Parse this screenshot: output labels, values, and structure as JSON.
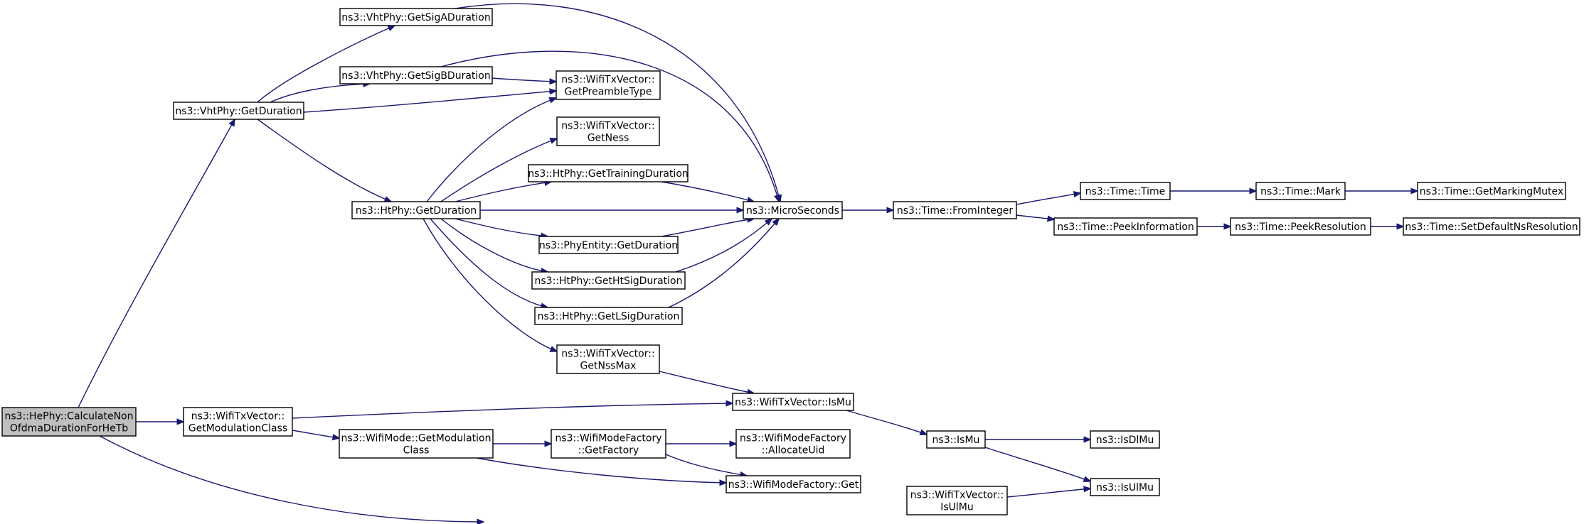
{
  "graph": {
    "title": "",
    "colors": {
      "edge": "#191970",
      "node_border": "#000000",
      "root_fill": "#bfbfbf",
      "node_fill": "#ffffff"
    },
    "nodes": [
      {
        "id": "root",
        "lines": [
          "ns3::HePhy::CalculateNon",
          "OfdmaDurationForHeTb"
        ],
        "root": true
      },
      {
        "id": "vht_getdur",
        "lines": [
          "ns3::VhtPhy::GetDuration"
        ]
      },
      {
        "id": "txv_getmodclass",
        "lines": [
          "ns3::WifiTxVector::",
          "GetModulationClass"
        ]
      },
      {
        "id": "vht_sigA",
        "lines": [
          "ns3::VhtPhy::GetSigADuration"
        ]
      },
      {
        "id": "vht_sigB",
        "lines": [
          "ns3::VhtPhy::GetSigBDuration"
        ]
      },
      {
        "id": "ht_getdur",
        "lines": [
          "ns3::HtPhy::GetDuration"
        ]
      },
      {
        "id": "txv_preamble",
        "lines": [
          "ns3::WifiTxVector::",
          "GetPreambleType"
        ]
      },
      {
        "id": "txv_ness",
        "lines": [
          "ns3::WifiTxVector::",
          "GetNess"
        ]
      },
      {
        "id": "ht_training",
        "lines": [
          "ns3::HtPhy::GetTrainingDuration"
        ]
      },
      {
        "id": "phyentity_getdur",
        "lines": [
          "ns3::PhyEntity::GetDuration"
        ]
      },
      {
        "id": "ht_htsig",
        "lines": [
          "ns3::HtPhy::GetHtSigDuration"
        ]
      },
      {
        "id": "ht_lsig",
        "lines": [
          "ns3::HtPhy::GetLSigDuration"
        ]
      },
      {
        "id": "txv_nssmax",
        "lines": [
          "ns3::WifiTxVector::",
          "GetNssMax"
        ]
      },
      {
        "id": "microseconds",
        "lines": [
          "ns3::MicroSeconds"
        ]
      },
      {
        "id": "time_frominteger",
        "lines": [
          "ns3::Time::FromInteger"
        ]
      },
      {
        "id": "time_time",
        "lines": [
          "ns3::Time::Time"
        ]
      },
      {
        "id": "time_peekinfo",
        "lines": [
          "ns3::Time::PeekInformation"
        ]
      },
      {
        "id": "time_mark",
        "lines": [
          "ns3::Time::Mark"
        ]
      },
      {
        "id": "time_peekres",
        "lines": [
          "ns3::Time::PeekResolution"
        ]
      },
      {
        "id": "time_markmutex",
        "lines": [
          "ns3::Time::GetMarkingMutex"
        ]
      },
      {
        "id": "time_setdefres",
        "lines": [
          "ns3::Time::SetDefaultNsResolution"
        ]
      },
      {
        "id": "txv_ismu",
        "lines": [
          "ns3::WifiTxVector::IsMu"
        ]
      },
      {
        "id": "wifimode_getmodclass",
        "lines": [
          "ns3::WifiMode::GetModulation",
          "Class"
        ]
      },
      {
        "id": "factory_getfactory",
        "lines": [
          "ns3::WifiModeFactory",
          "::GetFactory"
        ]
      },
      {
        "id": "factory_allocuid",
        "lines": [
          "ns3::WifiModeFactory",
          "::AllocateUid"
        ]
      },
      {
        "id": "factory_get",
        "lines": [
          "ns3::WifiModeFactory::Get"
        ]
      },
      {
        "id": "ismu",
        "lines": [
          "ns3::IsMu"
        ]
      },
      {
        "id": "isdlmu",
        "lines": [
          "ns3::IsDlMu"
        ]
      },
      {
        "id": "isulmu",
        "lines": [
          "ns3::IsUlMu"
        ]
      },
      {
        "id": "txv_isulmu",
        "lines": [
          "ns3::WifiTxVector::",
          "IsUlMu"
        ]
      }
    ],
    "edges": [
      [
        "root",
        "vht_getdur"
      ],
      [
        "root",
        "txv_getmodclass"
      ],
      [
        "root",
        "txv_isulmu"
      ],
      [
        "vht_getdur",
        "vht_sigA"
      ],
      [
        "vht_getdur",
        "vht_sigB"
      ],
      [
        "vht_getdur",
        "txv_preamble"
      ],
      [
        "vht_getdur",
        "ht_getdur"
      ],
      [
        "vht_sigA",
        "microseconds"
      ],
      [
        "vht_sigB",
        "txv_preamble"
      ],
      [
        "vht_sigB",
        "microseconds"
      ],
      [
        "ht_getdur",
        "txv_preamble"
      ],
      [
        "ht_getdur",
        "txv_ness"
      ],
      [
        "ht_getdur",
        "ht_training"
      ],
      [
        "ht_getdur",
        "microseconds"
      ],
      [
        "ht_getdur",
        "phyentity_getdur"
      ],
      [
        "ht_getdur",
        "ht_htsig"
      ],
      [
        "ht_getdur",
        "ht_lsig"
      ],
      [
        "ht_getdur",
        "txv_nssmax"
      ],
      [
        "ht_training",
        "microseconds"
      ],
      [
        "phyentity_getdur",
        "microseconds"
      ],
      [
        "ht_htsig",
        "microseconds"
      ],
      [
        "ht_lsig",
        "microseconds"
      ],
      [
        "txv_nssmax",
        "txv_ismu"
      ],
      [
        "microseconds",
        "time_frominteger"
      ],
      [
        "time_frominteger",
        "time_time"
      ],
      [
        "time_frominteger",
        "time_peekinfo"
      ],
      [
        "time_time",
        "time_mark"
      ],
      [
        "time_mark",
        "time_markmutex"
      ],
      [
        "time_peekinfo",
        "time_peekres"
      ],
      [
        "time_peekres",
        "time_setdefres"
      ],
      [
        "txv_getmodclass",
        "txv_ismu"
      ],
      [
        "txv_getmodclass",
        "wifimode_getmodclass"
      ],
      [
        "wifimode_getmodclass",
        "factory_getfactory"
      ],
      [
        "wifimode_getmodclass",
        "factory_get"
      ],
      [
        "factory_getfactory",
        "factory_allocuid"
      ],
      [
        "factory_getfactory",
        "factory_get"
      ],
      [
        "txv_ismu",
        "ismu"
      ],
      [
        "ismu",
        "isdlmu"
      ],
      [
        "ismu",
        "isulmu"
      ],
      [
        "txv_isulmu",
        "isulmu"
      ]
    ]
  }
}
